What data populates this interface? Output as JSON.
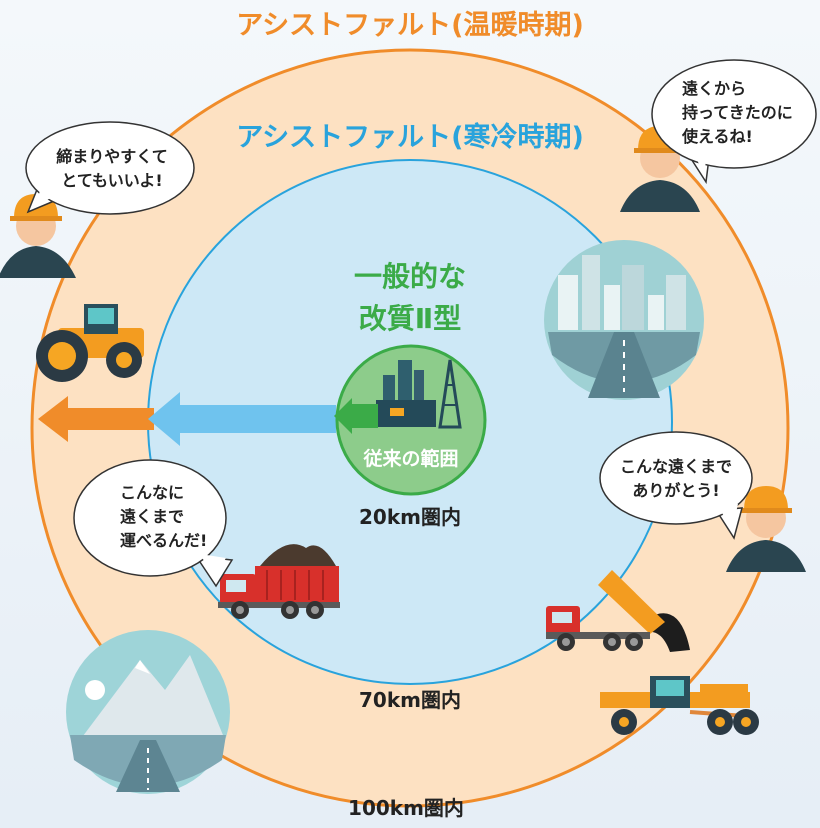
{
  "titles": {
    "warm": "アシストファルト(温暖時期)",
    "cold": "アシストファルト(寒冷時期)"
  },
  "center": {
    "generic_line1": "一般的な",
    "generic_line2": "改質Ⅱ型",
    "conventional": "従来の範囲"
  },
  "ranges": {
    "r20": "20km圏内",
    "r70": "70km圏内",
    "r100": "100km圏内"
  },
  "bubbles": {
    "top_left": [
      "締まりやすくて",
      "とてもいいよ!"
    ],
    "top_right": [
      "遠くから",
      "持ってきたのに",
      "使えるね!"
    ],
    "mid_right": [
      "こんな遠くまで",
      "ありがとう!"
    ],
    "mid_left": [
      "こんなに",
      "遠くまで",
      "運べるんだ!"
    ]
  },
  "colors": {
    "warm_orange": "#f08c2a",
    "cold_blue": "#29a3dc",
    "green": "#3bab48",
    "outer_fill": "#fde1c2",
    "inner_fill": "#cde8f6",
    "arrow_blue": "#6fc3ee"
  },
  "icons": [
    "worker-icon",
    "road-roller-icon",
    "dump-truck-icon",
    "tipper-truck-icon",
    "motor-grader-icon",
    "city-icon",
    "mountain-icon",
    "factory-icon"
  ]
}
